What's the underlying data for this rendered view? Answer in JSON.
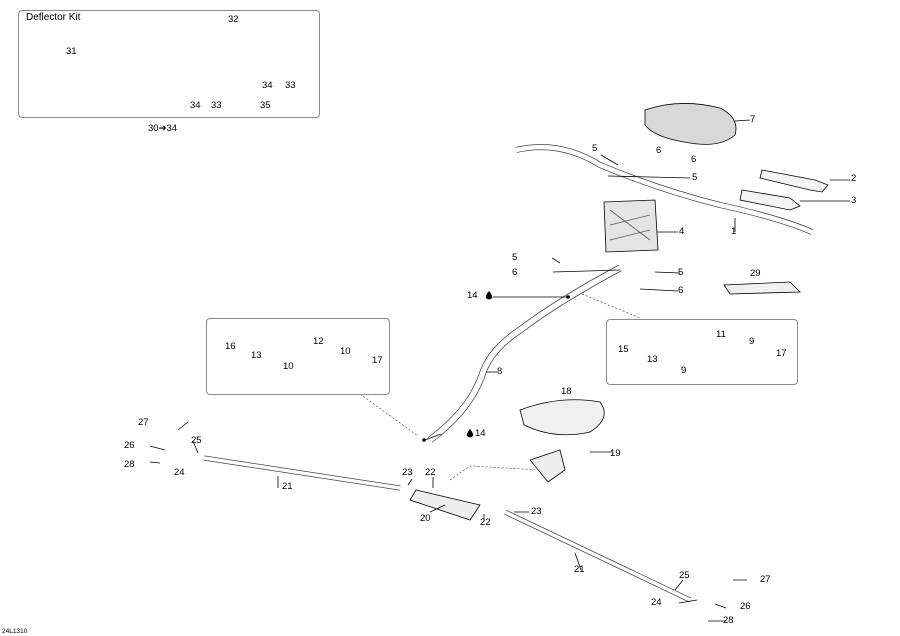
{
  "kit": {
    "title": "Deflector Kit",
    "range_label": "30➔34"
  },
  "figure_code": "24L1310",
  "callouts": {
    "c1": "1",
    "c2": "2",
    "c3": "3",
    "c4": "4",
    "c5a": "5",
    "c5b": "5",
    "c5c": "5",
    "c5d": "5",
    "c6a": "6",
    "c6b": "6",
    "c6c": "6",
    "c6d": "6",
    "c7": "7",
    "c8": "8",
    "c9a": "9",
    "c9b": "9",
    "c10a": "10",
    "c10b": "10",
    "c11": "11",
    "c12": "12",
    "c13a": "13",
    "c13b": "13",
    "c14a": "14",
    "c14b": "14",
    "c15": "15",
    "c16": "16",
    "c17a": "17",
    "c17b": "17",
    "c18": "18",
    "c19": "19",
    "c20": "20",
    "c21a": "21",
    "c21b": "21",
    "c22a": "22",
    "c22b": "22",
    "c23a": "23",
    "c23b": "23",
    "c24a": "24",
    "c24b": "24",
    "c25a": "25",
    "c25b": "25",
    "c26a": "26",
    "c26b": "26",
    "c27a": "27",
    "c27b": "27",
    "c28a": "28",
    "c28b": "28",
    "c29": "29",
    "c31": "31",
    "c32": "32",
    "c33a": "33",
    "c33b": "33",
    "c34a": "34",
    "c34b": "34",
    "c35": "35"
  }
}
